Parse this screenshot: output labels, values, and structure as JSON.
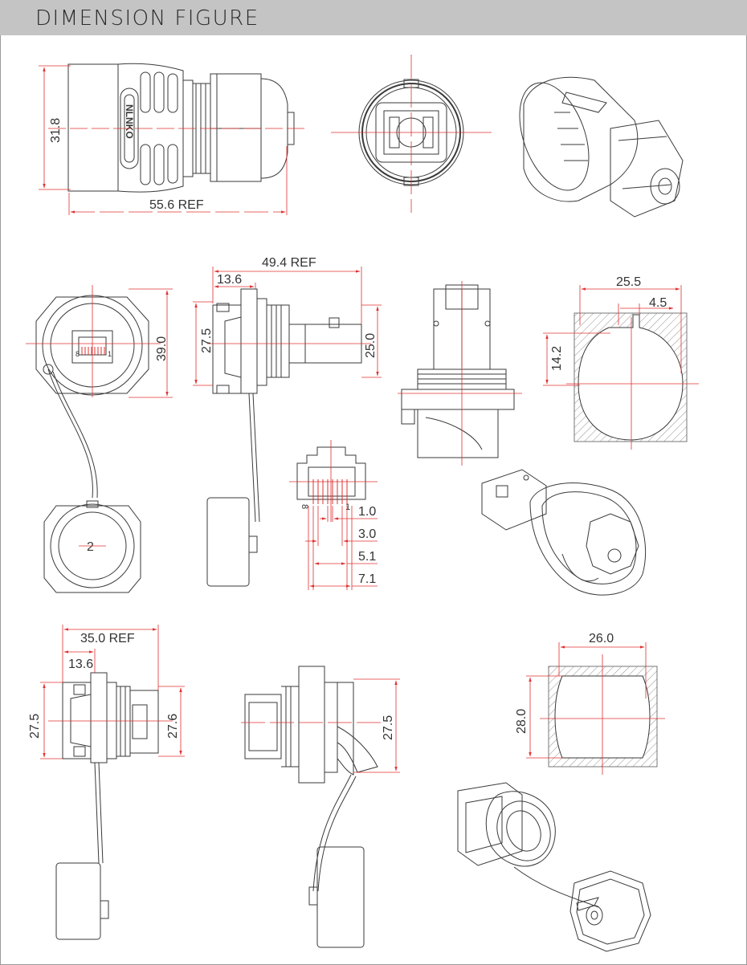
{
  "header": {
    "title": "DIMENSION FIGURE"
  },
  "colors": {
    "header_bg": "#c4c4c4",
    "line": "#3a3a3a",
    "dim_line": "#e03030",
    "text": "#333333"
  },
  "brand_mark": "NLNKO",
  "dimensions": {
    "plug_height": "31.8",
    "plug_length": "55.6 REF",
    "panel_flange": "39.0",
    "panel_total": "49.4 REF",
    "panel_front": "13.6",
    "panel_body": "27.5",
    "panel_rear": "25.0",
    "cutout_a_width": "25.5",
    "cutout_a_key": "4.5",
    "cutout_a_flat": "14.2",
    "pin_pitch_1": "1.0",
    "pin_pitch_2": "3.0",
    "pin_pitch_3": "5.1",
    "pin_pitch_4": "7.1",
    "rear_total": "35.0 REF",
    "rear_front": "13.6",
    "rear_body": "27.5",
    "rear_back": "27.6",
    "side_body": "27.5",
    "cutout_b_width": "26.0",
    "cutout_b_height": "28.0"
  },
  "labels": {
    "cap_number": "2",
    "pin_8": "8",
    "pin_1": "1"
  }
}
